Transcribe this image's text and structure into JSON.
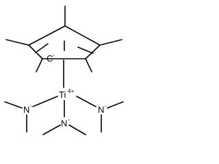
{
  "structure": {
    "center": {
      "symbol": "Ti",
      "charge": "4+"
    },
    "ring_anion": {
      "symbol": "C",
      "charge": "-"
    },
    "amides": [
      {
        "symbol": "N",
        "charge": "-"
      },
      {
        "symbol": "N",
        "charge": "-"
      },
      {
        "symbol": "N",
        "charge": "-"
      }
    ]
  }
}
